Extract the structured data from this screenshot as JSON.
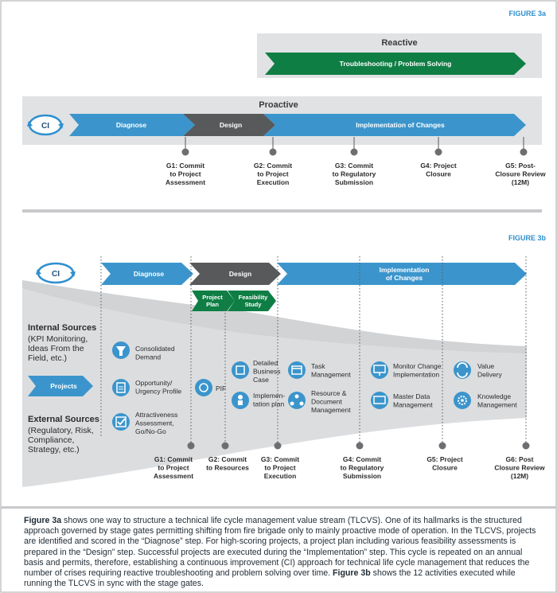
{
  "fig3a": {
    "label": "FIGURE 3a",
    "reactive_title": "Reactive",
    "reactive_arrow": "Troubleshooting / Problem Solving",
    "proactive_title": "Proactive",
    "ci_label": "CI",
    "phases": [
      "Diagnose",
      "Design",
      "Implementation of Changes"
    ],
    "gates": [
      [
        "G1: Commit",
        "to Project",
        "Assessment"
      ],
      [
        "G2: Commit",
        "to Project",
        "Execution"
      ],
      [
        "G3: Commit",
        "to Regulatory",
        "Submission"
      ],
      [
        "G4: Project",
        "Closure"
      ],
      [
        "G5: Post-",
        "Closure Review",
        "(12M)"
      ]
    ]
  },
  "fig3b": {
    "label": "FIGURE 3b",
    "ci_label": "CI",
    "phases": [
      "Diagnose",
      "Design",
      [
        "Implementation",
        "of Changes"
      ]
    ],
    "sub_arrows": [
      [
        "Project",
        "Plan"
      ],
      [
        "Feasibility",
        "Study"
      ]
    ],
    "projects_label": "Projects",
    "internal_title": "Internal Sources",
    "internal_lines": [
      "(KPI Monitoring,",
      "Ideas From the",
      "Field, etc.)"
    ],
    "external_title": "External Sources",
    "external_lines": [
      "(Regulatory, Risk,",
      "Compliance,",
      "Strategy, etc.)"
    ],
    "activities": [
      {
        "icon": "funnel-icon",
        "lines": [
          "Consolidated",
          "Demand"
        ]
      },
      {
        "icon": "clipboard-icon",
        "lines": [
          "Opportunity/",
          "Urgency Profile"
        ]
      },
      {
        "icon": "checkbox-icon",
        "lines": [
          "Attractiveness",
          "Assessment,",
          "Go/No-Go"
        ]
      },
      {
        "icon": "pif-icon",
        "lines": [
          "PIF"
        ]
      },
      {
        "icon": "business-case-icon",
        "lines": [
          "Detailed",
          "Business",
          "Case"
        ]
      },
      {
        "icon": "implementation-plan-icon",
        "lines": [
          "Implemen-",
          "tation plan"
        ]
      },
      {
        "icon": "calendar-icon",
        "lines": [
          "Task",
          "Management"
        ]
      },
      {
        "icon": "document-network-icon",
        "lines": [
          "Resource &",
          "Document",
          "Management"
        ]
      },
      {
        "icon": "monitor-icon",
        "lines": [
          "Monitor Change",
          "Implementation"
        ]
      },
      {
        "icon": "master-data-icon",
        "lines": [
          "Master Data",
          "Management"
        ]
      },
      {
        "icon": "value-delivery-icon",
        "lines": [
          "Value",
          "Delivery"
        ]
      },
      {
        "icon": "knowledge-icon",
        "lines": [
          "Knowledge",
          "Management"
        ]
      }
    ],
    "gates": [
      [
        "G1: Commit",
        "to Project",
        "Assessment"
      ],
      [
        "G2: Commit",
        "to Resources"
      ],
      [
        "G3: Commit",
        "to Project",
        "Execution"
      ],
      [
        "G4: Commit",
        "to Regulatory",
        "Submission"
      ],
      [
        "G5: Project",
        "Closure"
      ],
      [
        "G6: Post",
        "Closure Review",
        "(12M)"
      ]
    ]
  },
  "caption": {
    "lead": "Figure 3a",
    "body1": " shows one way to structure a technical life cycle management value stream (TLCVS). One of its hallmarks is the structured approach governed by stage gates permitting shifting from fire brigade only to mainly proactive mode of operation. In the TLCVS, projects are identified and scored in the “Diagnose” step. For high-scoring projects, a project plan including various feasibility assessments is prepared in the “Design” step. Successful projects are executed during the “Implementation” step. This cycle is repeated on an annual basis and permits, therefore, establishing a continuous improvement (CI) approach for technical life cycle management that reduces the number of crises requiring reactive troubleshooting and problem solving over time. ",
    "lead2": "Figure 3b",
    "body2": " shows the 12 activities executed while running the TLCVS in sync with the stage gates."
  },
  "colors": {
    "blue": "#3b95cc",
    "dark_gray": "#58595b",
    "green": "#0f7e45",
    "light_gray": "#dcdddf",
    "frame_gray": "#c8c9cb",
    "label_blue": "#2f8fcf"
  }
}
